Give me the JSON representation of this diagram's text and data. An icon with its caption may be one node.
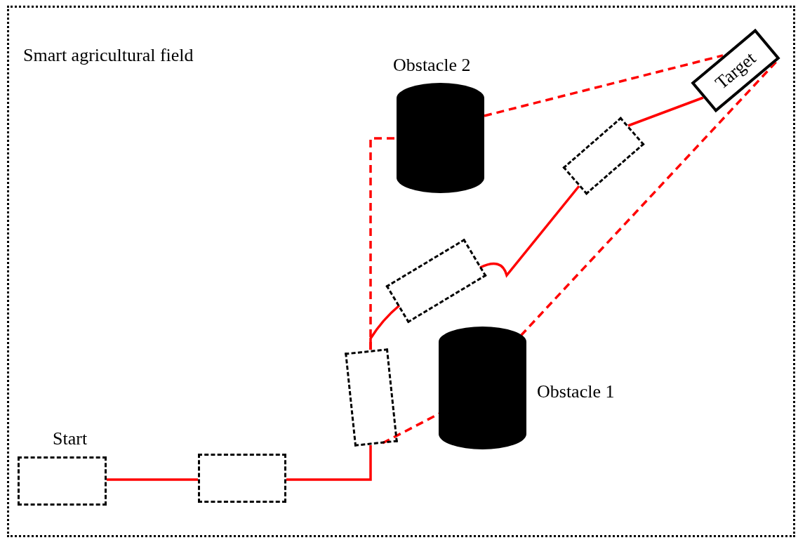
{
  "diagram": {
    "nodes": [
      {
        "text": [
          "Smart agricultural field"
        ]
      },
      {
        "text": [
          "Start"
        ],
        "in": 0
      },
      {
        "text": [],
        "shape": "box",
        "in": 0
      },
      {
        "text": [],
        "shape": "box",
        "in": 0
      },
      {
        "text": [],
        "shape": "box",
        "in": 0
      },
      {
        "text": [],
        "shape": "box",
        "in": 0
      },
      {
        "text": [
          "Target"
        ],
        "in": 0
      },
      {
        "text": [
          "Obstacle 1"
        ],
        "in": 0
      },
      {
        "text": [
          "Obstacle 2"
        ],
        "in": 0
      }
    ],
    "edges": [
      {
        "from": 1,
        "to": 2,
        "arrow": "none"
      },
      {
        "from": 2,
        "to": 3,
        "arrow": "none"
      },
      {
        "from": 3,
        "to": 4,
        "arrow": "none"
      },
      {
        "from": 4,
        "to": 5,
        "arrow": "none"
      },
      {
        "from": 5,
        "to": 6,
        "arrow": "none"
      },
      {
        "from": 3,
        "to": 7,
        "arrow": "none",
        "style": "dashed"
      },
      {
        "from": 7,
        "to": 6,
        "arrow": "none",
        "style": "dashed"
      },
      {
        "from": 3,
        "to": 8,
        "arrow": "none",
        "style": "dashed"
      },
      {
        "from": 8,
        "to": 6,
        "arrow": "none",
        "style": "dashed"
      }
    ]
  }
}
